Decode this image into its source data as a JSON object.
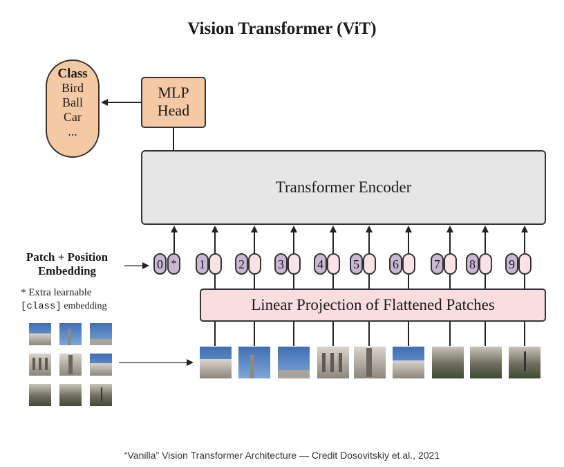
{
  "title": "Vision Transformer (ViT)",
  "class_box": {
    "heading": "Class",
    "items": [
      "Bird",
      "Ball",
      "Car",
      "..."
    ]
  },
  "mlp_head": {
    "line1": "MLP",
    "line2": "Head"
  },
  "encoder": {
    "label": "Transformer Encoder"
  },
  "projection": {
    "label": "Linear Projection of Flattened Patches"
  },
  "embedding_label": {
    "line1": "Patch + Position",
    "line2": "Embedding"
  },
  "note": {
    "line1": "* Extra learnable",
    "line2_code": "[class]",
    "line2_text": " embedding"
  },
  "tokens": [
    "0",
    "1",
    "2",
    "3",
    "4",
    "5",
    "6",
    "7",
    "8",
    "9"
  ],
  "class_token_marker": "*",
  "caption": "“Vanilla”   Vision Transformer Architecture — Credit Dosovitskiy et al., 2021",
  "colors": {
    "output_box": "#f5c9a3",
    "encoder_box": "#e6e6e6",
    "projection_box": "#f9dde0",
    "position_token": "#c9b8d3",
    "patch_token": "#fae3e6",
    "arrow": "#222222"
  }
}
